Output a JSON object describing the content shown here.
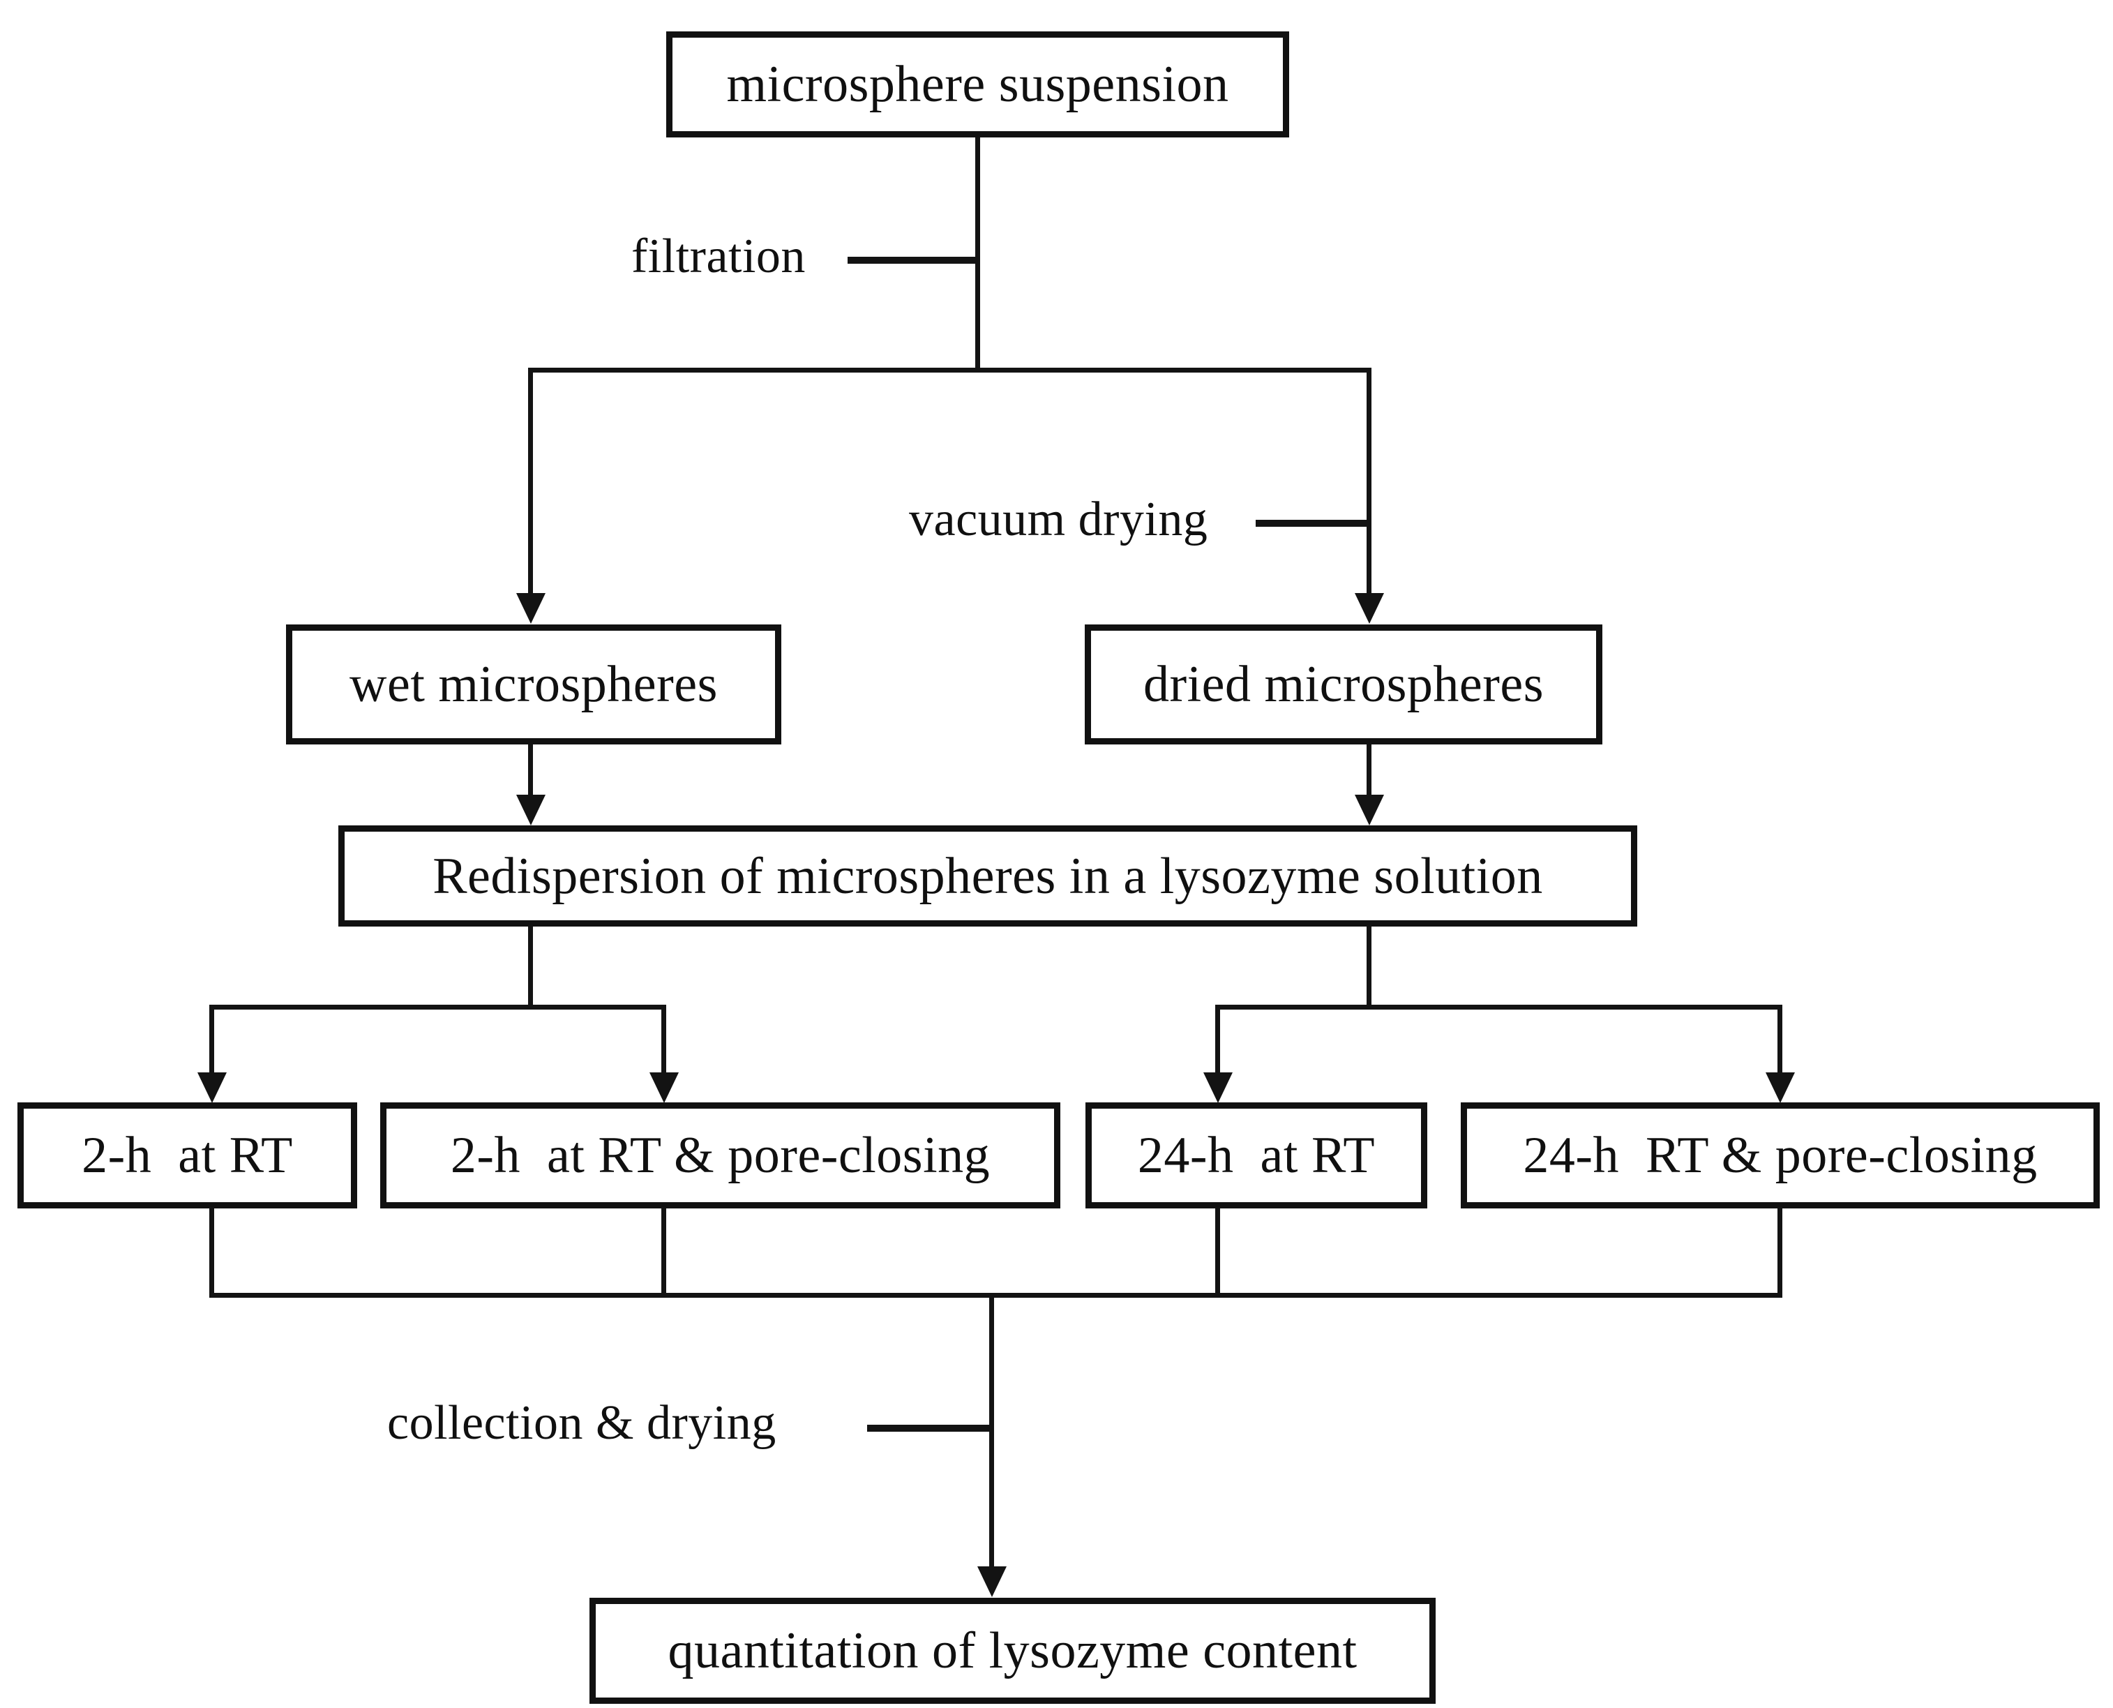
{
  "diagram": {
    "title_present": false,
    "type": "process-flowchart",
    "colors": {
      "stroke": "#131313",
      "box_border": "#111111",
      "box_fill": "#ffffff",
      "text": "#101010",
      "background": "#ffffff"
    },
    "nodes": {
      "suspension": "microsphere suspension",
      "wet": "wet microspheres",
      "dried": "dried microspheres",
      "redispersion": "Redispersion of microspheres in a lysozyme solution",
      "condition_1": "2-h  at RT",
      "condition_2": "2-h  at RT & pore-closing",
      "condition_3": "24-h  at RT",
      "condition_4": "24-h  RT & pore-closing",
      "quantitation": "quantitation of lysozyme content"
    },
    "edge_labels": {
      "filtration": "filtration",
      "vacuum_drying": "vacuum drying",
      "collection_drying": "collection & drying"
    },
    "flow": [
      {
        "from": "suspension",
        "to": "wet",
        "label": "filtration"
      },
      {
        "from": "suspension",
        "to": "dried",
        "label": "vacuum drying"
      },
      {
        "from": "wet",
        "to": "redispersion",
        "label": ""
      },
      {
        "from": "dried",
        "to": "redispersion",
        "label": ""
      },
      {
        "from": "redispersion",
        "to": "condition_1",
        "label": ""
      },
      {
        "from": "redispersion",
        "to": "condition_2",
        "label": ""
      },
      {
        "from": "redispersion",
        "to": "condition_3",
        "label": ""
      },
      {
        "from": "redispersion",
        "to": "condition_4",
        "label": ""
      },
      {
        "from": "condition_1",
        "to": "quantitation",
        "label": "collection & drying"
      },
      {
        "from": "condition_2",
        "to": "quantitation",
        "label": "collection & drying"
      },
      {
        "from": "condition_3",
        "to": "quantitation",
        "label": "collection & drying"
      },
      {
        "from": "condition_4",
        "to": "quantitation",
        "label": "collection & drying"
      }
    ]
  }
}
